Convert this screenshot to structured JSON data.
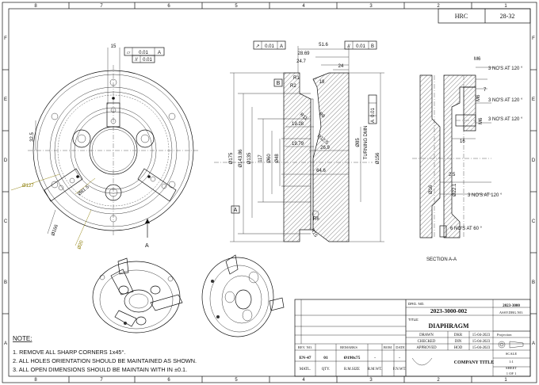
{
  "frame": {
    "columns_top": [
      "8",
      "7",
      "6",
      "5",
      "4",
      "3",
      "2",
      "1"
    ],
    "columns_bottom": [
      "8",
      "7",
      "6",
      "5",
      "4",
      "3",
      "2",
      "1"
    ],
    "rows_left": [
      "F",
      "E",
      "D",
      "C",
      "B",
      "A"
    ],
    "rows_right": [
      "F",
      "E",
      "D",
      "C",
      "B",
      "A"
    ]
  },
  "hardness": {
    "label": "HRC",
    "value": "28-32"
  },
  "front_view": {
    "flatness": "0.01",
    "flatness_datum": "A",
    "parallelism": "0.01",
    "dim_top": "15",
    "dim_32_5": "32.5",
    "dia_127": "Ø127",
    "dia_81": "Ø81.5",
    "dia_166": "Ø166",
    "dia_20": "Ø20",
    "section_A": "A",
    "section_A2": "A"
  },
  "section_view": {
    "runout1": "0.01",
    "runout1_datum": "A",
    "parallel2": "0.01",
    "parallel2_datum": "B",
    "d51_6": "51.6",
    "d28_69": "28.69",
    "d24_7": "24.7",
    "d24": "24",
    "d18": "18",
    "r1": "R1",
    "r2": "R2",
    "r8": "R8",
    "r11": "R11",
    "r12_5": "R12.5",
    "d19_28": "19.28",
    "d19_79": "19.79",
    "d26_9": "26.9",
    "d64_6": "64.6",
    "perp": "0.01",
    "perp_datum": "A",
    "dia175": "Ø175",
    "dia143": "Ø143.86",
    "dia135": "Ø135",
    "d117": "117",
    "dia60": "Ø60",
    "dia48": "Ø48",
    "dia156": "Ø156",
    "dia85": "Ø85",
    "turning": "TURNING DMN",
    "datumA": "A",
    "datumB": "B",
    "r15": "R15",
    "r6": "R6"
  },
  "side_view": {
    "m6a": "M6",
    "m6b": "M6",
    "m6c": "M6",
    "note1": "3 NO'S AT 120 °",
    "note2": "3 NO'S AT 120 °",
    "note3": "3 NO'S AT 120 °",
    "note4": "3 NO'S AT 120 °",
    "note5": "6 NO'S AT 60 °",
    "d7": "7",
    "d16": "16",
    "d2_5": "2.5",
    "dia16": "Ø16",
    "dia22": "Ø22.1",
    "section_title": "SECTION A-A"
  },
  "notes": {
    "title": "NOTE:",
    "items": [
      "1. REMOVE ALL SHARP CORNERS 1x45°.",
      "2. ALL HOLES ORIENTATION SHOULD BE MAINTAINED AS SHOWN.",
      "3. ALL OPEN DIMENSIONS SHOULD BE MAINTAIN WITH IN ±0.1."
    ]
  },
  "title_block": {
    "drg_no_label": "DRG. NO.",
    "drg_no": "2023-3000-002",
    "assy_no": "2023-3000",
    "assy_label": "ASSY.DRG.NO.",
    "title_label": "TITLE:",
    "title": "DIAPHRAGM",
    "rows": [
      {
        "role": "DRAWN",
        "who": "DKR",
        "date": "15-04-2023"
      },
      {
        "role": "CHECKED",
        "who": "DIN",
        "date": "15-04-2023"
      },
      {
        "role": "APPROVED",
        "who": "HOD",
        "date": "15-04-2023"
      }
    ],
    "projection": "Projection",
    "rev_header": [
      "REV. NO.",
      "REMARKS",
      "BOM",
      "DATE"
    ],
    "matl_header": [
      "MATL.",
      "QTY.",
      "R.M.SIZE",
      "R.M.WT.",
      "F.N.WT."
    ],
    "matl_values": [
      "EN-47",
      "01",
      "Ø190x75",
      "-",
      "-"
    ],
    "company": "COMPANY TITLE",
    "scale_label": "SCALE",
    "scale": "1:1",
    "sheet_label": "SHEET",
    "sheet": "1 OF 1"
  }
}
